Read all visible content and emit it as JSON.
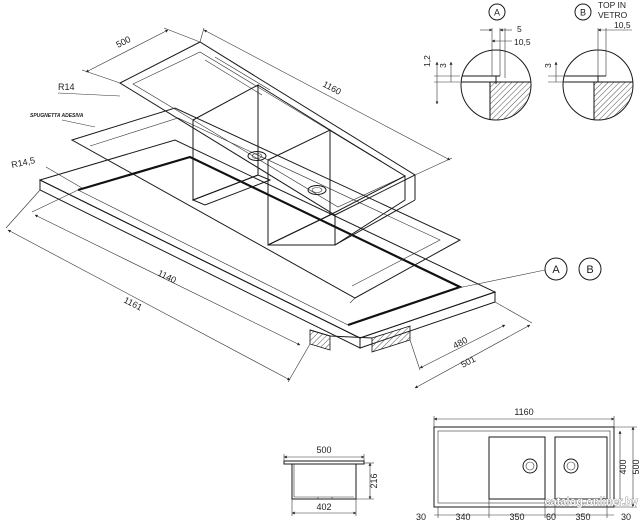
{
  "exploded_view": {
    "dim_length_top": "1160",
    "dim_width_top": "500",
    "label_radius_14": "R14",
    "label_adhesive": "SPUGNETTA ADESIVA",
    "label_radius_14_5": "R14,5",
    "dim_cutout_length": "1140",
    "dim_total_length": "1161",
    "dim_cutout_depth": "480",
    "dim_total_depth": "501",
    "callout_a": "A",
    "callout_b": "B"
  },
  "detail_a": {
    "label": "A",
    "dim_5": "5",
    "dim_10_5": "10,5",
    "dim_1_2": "1,2",
    "dim_3": "3"
  },
  "detail_b": {
    "label": "B",
    "note_line1": "TOP IN",
    "note_line2": "VETRO",
    "dim_10_5": "10,5",
    "dim_3": "3"
  },
  "side_view": {
    "dim_top": "500",
    "dim_height": "216",
    "dim_bottom": "402"
  },
  "plan_view": {
    "dim_length": "1160",
    "dim_inner_depth": "400",
    "dim_depth": "500",
    "bottom_dims": [
      "30",
      "340",
      "350",
      "60",
      "350",
      "30"
    ]
  },
  "watermark": "catalog.onliner.by"
}
